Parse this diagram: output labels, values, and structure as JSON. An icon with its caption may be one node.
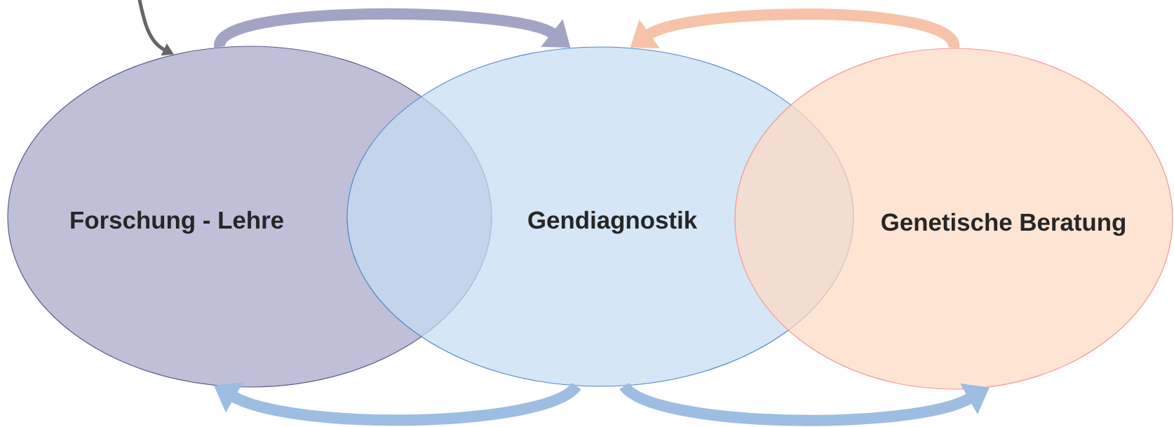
{
  "diagram": {
    "nodes": [
      {
        "text": [
          "Forschung - Lehre"
        ]
      },
      {
        "text": [
          "Gendiagnostik"
        ]
      },
      {
        "text": [
          "Genetische Beratung"
        ]
      }
    ],
    "edges": [
      {
        "from": 0,
        "to": 1,
        "arrow": "to",
        "color": "#a3a3c6"
      },
      {
        "from": 2,
        "to": 1,
        "arrow": "to",
        "color": "#f6c3a8"
      },
      {
        "from": 1,
        "to": 0,
        "arrow": "to",
        "color": "#9dbde2"
      },
      {
        "from": 1,
        "to": 2,
        "arrow": "to",
        "color": "#9dbde2"
      },
      {
        "from": null,
        "to": 0,
        "arrow": "to",
        "color": "#666666"
      }
    ]
  }
}
